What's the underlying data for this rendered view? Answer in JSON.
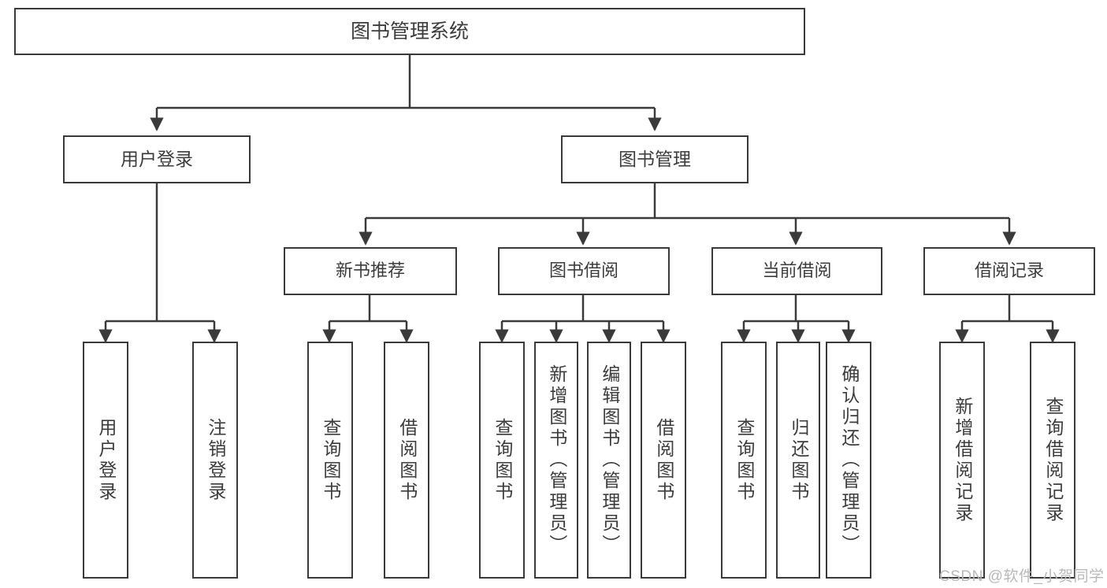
{
  "diagram": {
    "title": "图书管理系统",
    "type": "hierarchy-tree",
    "watermark": "CSDN @软件_小贺同学",
    "colors": {
      "border": "#3a3a3a",
      "text": "#3c3c3c",
      "background": "#ffffff",
      "watermark": "#b9b9b9"
    },
    "root": {
      "label": "图书管理系统"
    },
    "level1": [
      {
        "label": "用户登录"
      },
      {
        "label": "图书管理"
      }
    ],
    "level2": [
      {
        "label": "新书推荐"
      },
      {
        "label": "图书借阅"
      },
      {
        "label": "当前借阅"
      },
      {
        "label": "借阅记录"
      }
    ],
    "leaves": {
      "user_login": [
        {
          "label": "用户登录"
        },
        {
          "label": "注销登录"
        }
      ],
      "new_book_recommend": [
        {
          "label": "查询图书"
        },
        {
          "label": "借阅图书"
        }
      ],
      "book_borrow": [
        {
          "label": "查询图书"
        },
        {
          "label": "新增图书（管理员）"
        },
        {
          "label": "编辑图书（管理员）"
        },
        {
          "label": "借阅图书"
        }
      ],
      "current_borrow": [
        {
          "label": "查询图书"
        },
        {
          "label": "归还图书"
        },
        {
          "label": "确认归还（管理员）"
        }
      ],
      "borrow_record": [
        {
          "label": "新增借阅记录"
        },
        {
          "label": "查询借阅记录"
        }
      ]
    }
  }
}
